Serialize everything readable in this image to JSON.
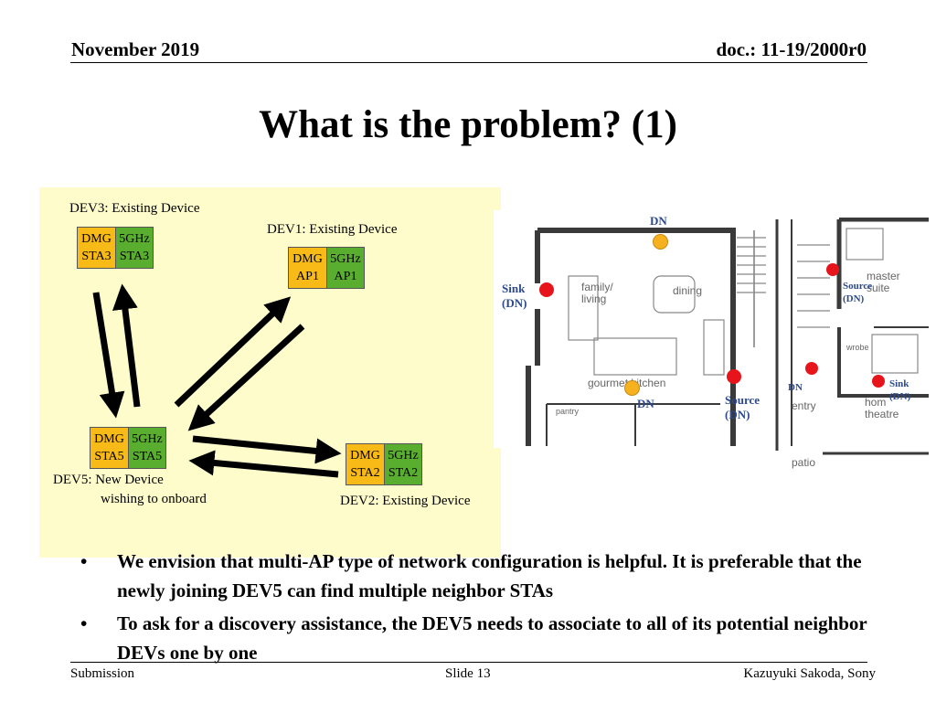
{
  "header": {
    "date": "November 2019",
    "doc": "doc.: 11-19/2000r0"
  },
  "title": "What is the problem? (1)",
  "diagram": {
    "dev3": {
      "label": "DEV3: Existing Device",
      "dmg": [
        "DMG",
        "STA3"
      ],
      "ghz": [
        "5GHz",
        "STA3"
      ]
    },
    "dev1": {
      "label": "DEV1: Existing Device",
      "dmg": [
        "DMG",
        "AP1"
      ],
      "ghz": [
        "5GHz",
        "AP1"
      ]
    },
    "dev5": {
      "label_line1": "DEV5: New Device",
      "label_line2": "wishing to onboard",
      "dmg": [
        "DMG",
        "STA5"
      ],
      "ghz": [
        "5GHz",
        "STA5"
      ]
    },
    "dev2": {
      "label": "DEV2: Existing Device",
      "dmg": [
        "DMG",
        "STA2"
      ],
      "ghz": [
        "5GHz",
        "STA2"
      ]
    },
    "colors": {
      "dmg": "#f7ba16",
      "ghz": "#5aae2f",
      "panel": "#fdfcca"
    }
  },
  "floorplan": {
    "rooms": {
      "family": "family/\nliving",
      "dining": "dining",
      "kitchen": "gourmet kitchen",
      "pantry": "pantry",
      "master": "master\nsuite",
      "wrobe": "wrobe",
      "entry": "entry",
      "theatre": "hom\ntheatre",
      "patio": "patio"
    },
    "markers": {
      "dn_top": "DN",
      "sink_left": [
        "Sink",
        "(DN)"
      ],
      "source_right": [
        "Source",
        "(DN)"
      ],
      "dn_bottom": "DN",
      "source_mid": [
        "Source",
        "(DN)"
      ],
      "dn_entry": "DN",
      "sink_right": [
        "Sink",
        "(DN)"
      ]
    },
    "colors": {
      "sink_source": "#e8141c",
      "dn": "#f6b21e",
      "label": "#2e4a8c"
    }
  },
  "bullets": [
    {
      "mark": "•",
      "text": "We envision that multi-AP type of network configuration is helpful. It is preferable that the newly joining DEV5 can find multiple neighbor STAs"
    },
    {
      "mark": "•",
      "text": "To ask for a discovery assistance, the DEV5 needs to associate to all of its potential neighbor DEVs one by one"
    }
  ],
  "footer": {
    "left": "Submission",
    "center": "Slide 13",
    "right": "Kazuyuki Sakoda, Sony"
  }
}
